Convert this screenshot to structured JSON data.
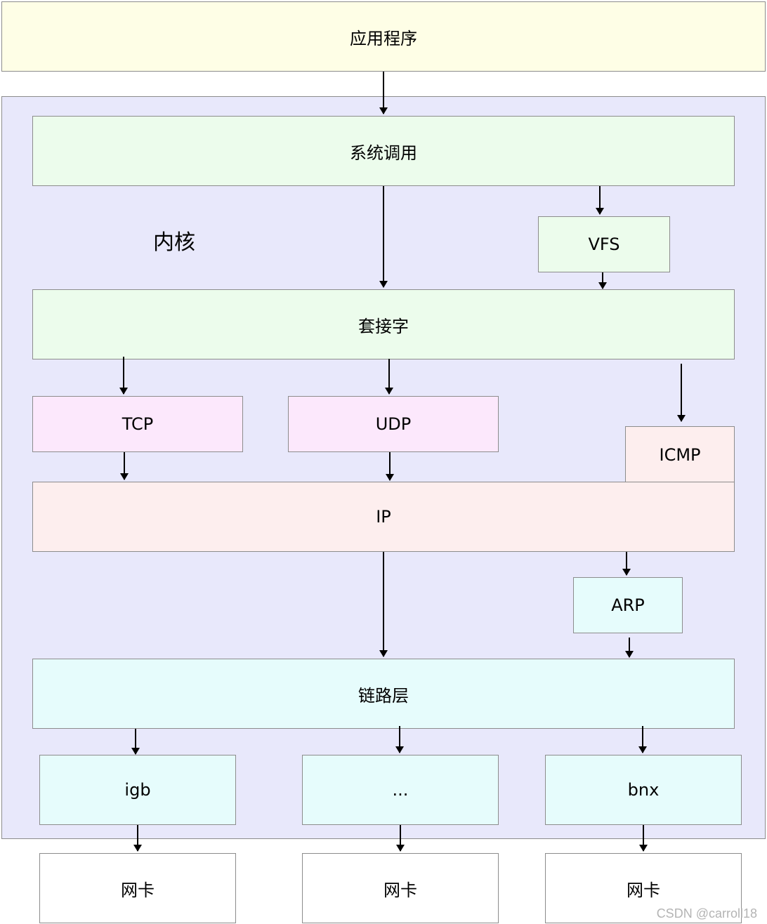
{
  "nodes": {
    "app": "应用程序",
    "kernel": "内核",
    "syscall": "系统调用",
    "vfs": "VFS",
    "socket": "套接字",
    "tcp": "TCP",
    "udp": "UDP",
    "icmp": "ICMP",
    "ip": "IP",
    "arp": "ARP",
    "link": "链路层",
    "igb": "igb",
    "ellipsis": "...",
    "bnx": "bnx",
    "nic1": "网卡",
    "nic2": "网卡",
    "nic3": "网卡"
  },
  "watermark": "CSDN @carroll18"
}
